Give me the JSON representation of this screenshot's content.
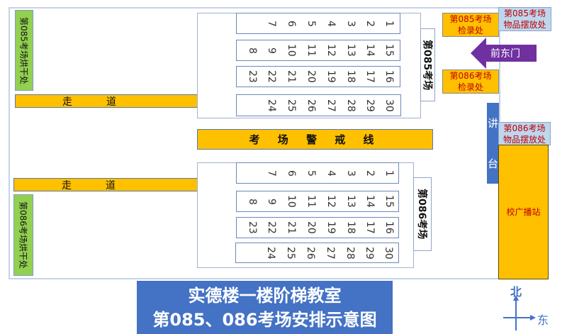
{
  "rooms": [
    {
      "label": "第085考场",
      "dryer": "第085考场烘干处",
      "walkway": "走道",
      "rows": [
        [
          "1",
          "2",
          "3",
          "4",
          "5",
          "6",
          "7"
        ],
        [
          "15",
          "14",
          "13",
          "12",
          "11",
          "10",
          "9",
          "8"
        ],
        [
          "16",
          "17",
          "18",
          "19",
          "20",
          "21",
          "22",
          "23"
        ],
        [
          "30",
          "29",
          "28",
          "27",
          "26",
          "25",
          "24"
        ]
      ]
    },
    {
      "label": "第086考场",
      "dryer": "第086考场烘干处",
      "walkway": "走道",
      "rows": [
        [
          "1",
          "2",
          "3",
          "4",
          "5",
          "6",
          "7"
        ],
        [
          "15",
          "14",
          "13",
          "12",
          "11",
          "10",
          "9",
          "8"
        ],
        [
          "16",
          "17",
          "18",
          "19",
          "20",
          "21",
          "22",
          "23"
        ],
        [
          "30",
          "29",
          "28",
          "27",
          "26",
          "25",
          "24"
        ]
      ]
    }
  ],
  "cordon": "考 场 警 戒 线",
  "checkin_085": [
    "第085考场",
    "检录处"
  ],
  "checkin_086": [
    "第086考场",
    "检录处"
  ],
  "storage_085": [
    "第085考场",
    "物品摆放处"
  ],
  "storage_086": [
    "第086考场",
    "物品摆放处"
  ],
  "entrance": "前东门",
  "podium": [
    "讲",
    "台"
  ],
  "broadcast": "校广播站",
  "title": [
    "实德楼一楼阶梯教室",
    "第085、086考场安排示意图"
  ],
  "compass": {
    "north": "北",
    "east": "东"
  },
  "colors": {
    "orange": "#ffc000",
    "green": "#92d050",
    "blue": "#4472c4",
    "purple": "#7030a0",
    "light_blue": "#bdd7ee",
    "red_text": "#c00000"
  }
}
